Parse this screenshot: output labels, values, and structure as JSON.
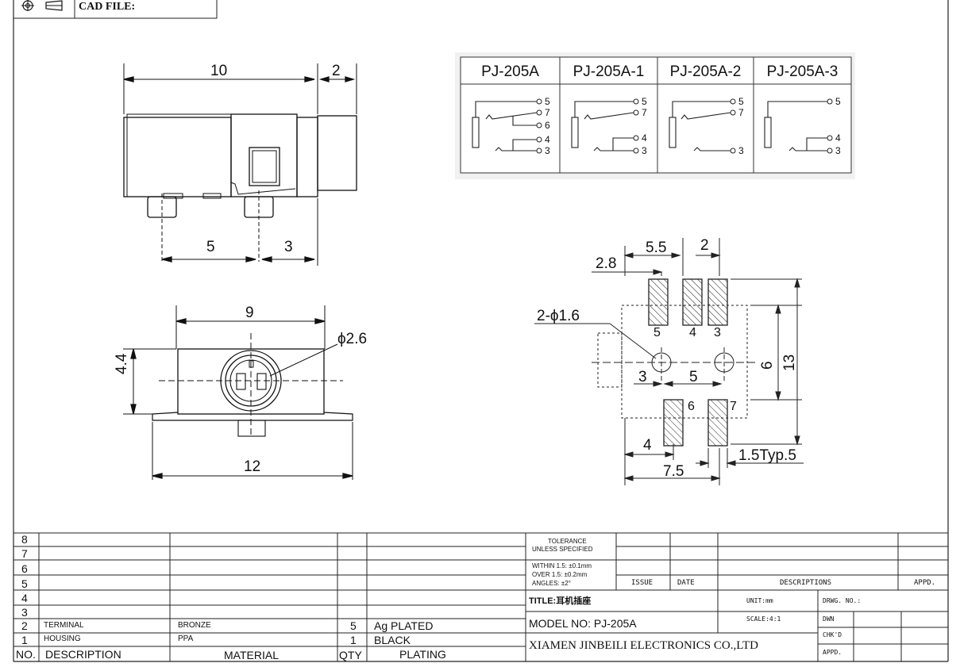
{
  "header": {
    "cad_file_label": "CAD FILE:"
  },
  "views": {
    "side": {
      "dim_length": "10",
      "dim_tail": "2",
      "dim_pin_spacing": "5",
      "dim_pin_offset": "3"
    },
    "front": {
      "dim_width": "9",
      "dim_height": "4.4",
      "dim_diameter": "ϕ2.6",
      "dim_base_width": "12"
    },
    "footprint": {
      "dim_pitch": "5.5",
      "dim_pad_width": "2",
      "dim_edge": "2.8",
      "holes_label": "2-ϕ1.6",
      "dim_hole_offset": "3",
      "dim_hole_spacing": "5",
      "dim_row": "6",
      "dim_total": "13",
      "dim_lower": "4",
      "dim_lower_total": "7.5",
      "dim_typ": "1.5Typ.5",
      "pin_labels": [
        "5",
        "4",
        "3",
        "6",
        "7"
      ]
    }
  },
  "schematics": {
    "variants": [
      {
        "name": "PJ-205A",
        "pins": [
          "5",
          "7",
          "6",
          "4",
          "3"
        ]
      },
      {
        "name": "PJ-205A-1",
        "pins": [
          "5",
          "7",
          "4",
          "3"
        ]
      },
      {
        "name": "PJ-205A-2",
        "pins": [
          "5",
          "7",
          "3"
        ]
      },
      {
        "name": "PJ-205A-3",
        "pins": [
          "5",
          "4",
          "3"
        ]
      }
    ]
  },
  "bom": {
    "rows": [
      {
        "no": "8",
        "description": "",
        "material": "",
        "qty": "",
        "plating": ""
      },
      {
        "no": "7",
        "description": "",
        "material": "",
        "qty": "",
        "plating": ""
      },
      {
        "no": "6",
        "description": "",
        "material": "",
        "qty": "",
        "plating": ""
      },
      {
        "no": "5",
        "description": "",
        "material": "",
        "qty": "",
        "plating": ""
      },
      {
        "no": "4",
        "description": "",
        "material": "",
        "qty": "",
        "plating": ""
      },
      {
        "no": "3",
        "description": "",
        "material": "",
        "qty": "",
        "plating": ""
      },
      {
        "no": "2",
        "description": "TERMINAL",
        "material": "BRONZE",
        "qty": "5",
        "plating": "Ag PLATED"
      },
      {
        "no": "1",
        "description": "HOUSING",
        "material": "PPA",
        "qty": "1",
        "plating": "BLACK"
      }
    ],
    "headers": {
      "no": "NO.",
      "description": "DESCRIPTION",
      "material": "MATERIAL",
      "qty": "QTY",
      "plating": "PLATING"
    }
  },
  "title_block": {
    "tolerance_title": "TOLERANCE",
    "tolerance_sub": "UNLESS SPECIFIED",
    "tol_line1": "WITHIN 1.5: ±0.1mm",
    "tol_line2": "OVER 1.5:  ±0.2mm",
    "tol_line3": "ANGLES: ±2°",
    "rev_issue": "ISSUE",
    "rev_date": "DATE",
    "rev_descriptions": "DESCRIPTIONS",
    "rev_appd": "APPD.",
    "title": "TITLE:耳机插座",
    "unit": "UNIT:mm",
    "drwg_no": "DRWG. NO.:",
    "model": "MODEL NO: PJ-205A",
    "scale": "SCALE:4:1",
    "dwn": "DWN",
    "chkd": "CHK'D",
    "appd": "APPD.",
    "company": "XIAMEN JINBEILI ELECTRONICS CO.,LTD"
  }
}
